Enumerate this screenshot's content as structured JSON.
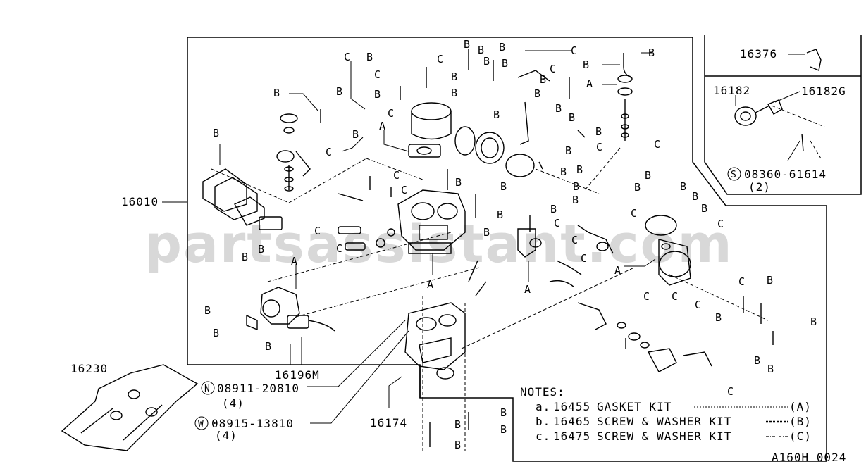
{
  "watermark": "partsassistant.com",
  "diagram_code": "A160H 0024",
  "parts": {
    "p16010": "16010",
    "p16230": "16230",
    "p16196m": "16196M",
    "p16174": "16174",
    "p16376": "16376",
    "p16182": "16182",
    "p16182g": "16182G",
    "n_code": "N",
    "n_partno": "08911-20810",
    "n_qty": "(4)",
    "w_code": "W",
    "w_partno": "08915-13810",
    "w_qty": "(4)",
    "s_code": "S",
    "s_partno": "08360-61614",
    "s_qty": "(2)"
  },
  "callout_letters": {
    "a": "A",
    "b": "B",
    "c": "C"
  },
  "notes": {
    "title": "NOTES:",
    "items": [
      {
        "prefix": "a.",
        "part": "16455",
        "desc": "GASKET KIT",
        "ref": "(A)"
      },
      {
        "prefix": "b.",
        "part": "16465",
        "desc": "SCREW & WASHER KIT",
        "ref": "(B)"
      },
      {
        "prefix": "c.",
        "part": "16475",
        "desc": "SCREW & WASHER KIT",
        "ref": "(C)"
      }
    ]
  }
}
